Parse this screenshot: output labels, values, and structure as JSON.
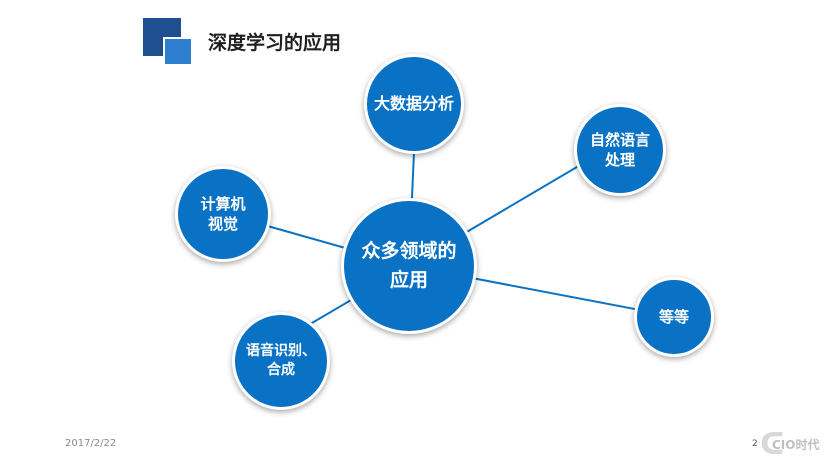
{
  "title": "深度学习的应用",
  "center": {
    "label": "众多领域的\n应用"
  },
  "nodes": {
    "big_data": "大数据分析",
    "nlp": "自然语言\n处理",
    "cv": "计算机\n视觉",
    "speech": "语音识别、\n合成",
    "etc": "等等"
  },
  "footer": {
    "date": "2017/2/22",
    "page": "2",
    "logo_text": "CIO时代"
  },
  "colors": {
    "node": "#0a72c4",
    "line": "#0a72c4",
    "deco_dark": "#1f4f8f",
    "deco_light": "#2f7fd0"
  }
}
